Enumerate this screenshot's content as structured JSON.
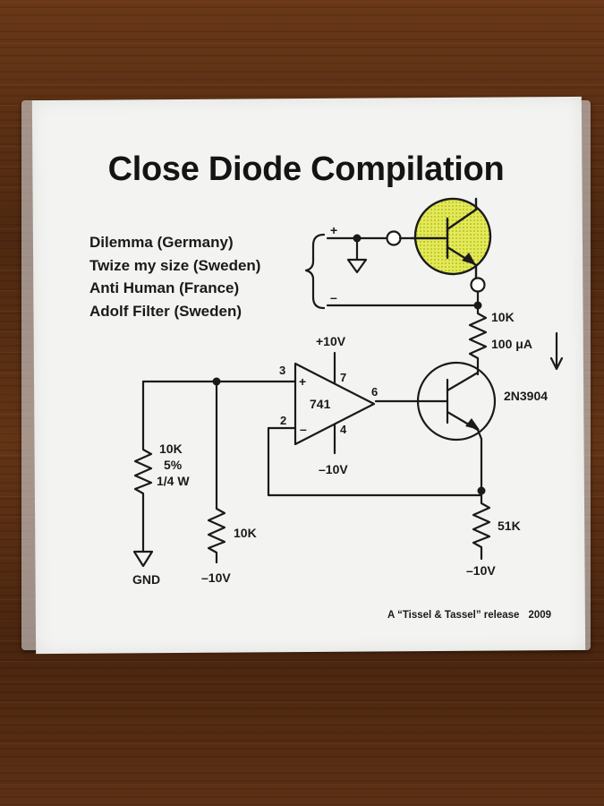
{
  "title": "Close Diode Compilation",
  "tracks": [
    "Dilemma (Germany)",
    "Twize my size (Sweden)",
    "Anti Human (France)",
    "Adolf Filter (Sweden)"
  ],
  "schematic": {
    "plus_sign": "+",
    "minus_sign": "–",
    "opamp_part": "741",
    "opamp_plus": "+",
    "opamp_minus": "–",
    "pin3": "3",
    "pin2": "2",
    "pin7": "7",
    "pin4": "4",
    "pin6": "6",
    "supply_pos": "+10V",
    "supply_neg_opamp": "–10V",
    "r_top": "10K",
    "current": "100 μA",
    "transistor": "2N3904",
    "r_left_value": "10K",
    "r_left_tolerance": "5%",
    "r_left_power": "1/4 W",
    "r_mid": "10K",
    "r_right": "51K",
    "gnd_label": "GND",
    "neg_mid": "–10V",
    "neg_right": "–10V"
  },
  "credit": {
    "text": "A “Tissel & Tassel” release",
    "year": "2009"
  },
  "colors": {
    "highlight": "#dfe84a",
    "ink": "#1a1a1a",
    "paper": "#f3f4f1",
    "wood": "#5a2f14"
  }
}
